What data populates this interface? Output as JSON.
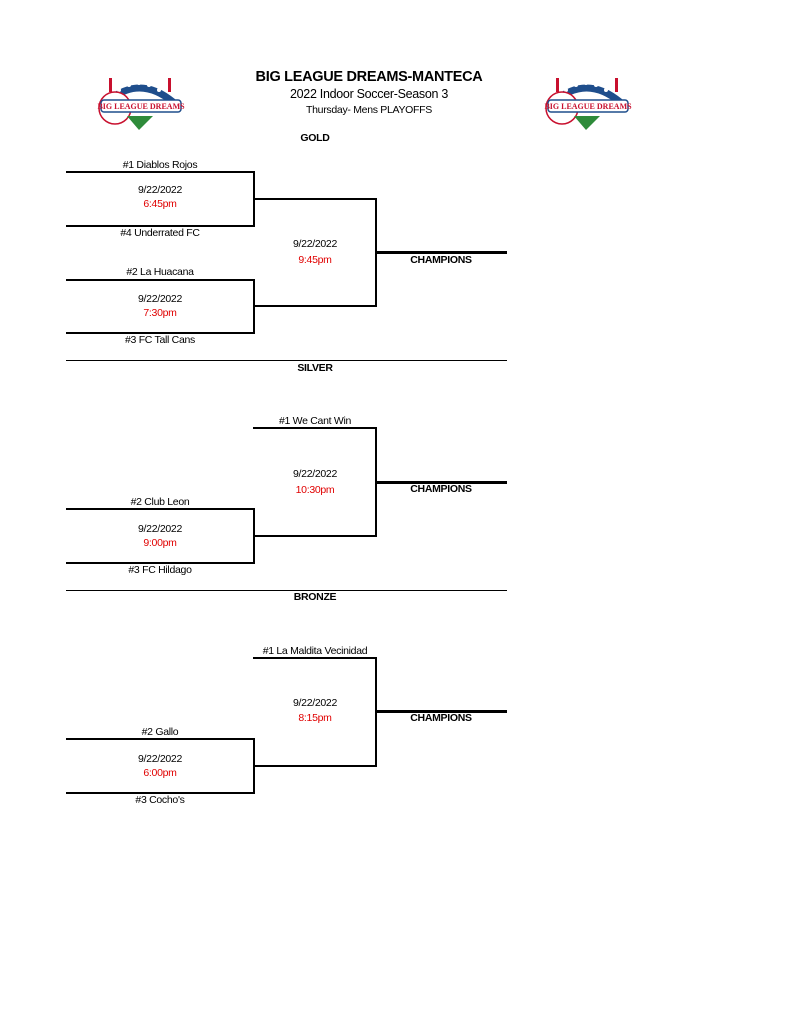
{
  "header": {
    "title": "BIG LEAGUE DREAMS-MANTECA",
    "subtitle": "2022 Indoor Soccer-Season 3",
    "subtitle2": "Thursday- Mens PLAYOFFS",
    "logo_text": "BIG LEAGUE DREAMS"
  },
  "colors": {
    "time": "#e00000",
    "logo_red": "#c8102e",
    "logo_blue": "#1f4e8c",
    "logo_green": "#2e8b3a"
  },
  "champions_label": "CHAMPIONS",
  "gold": {
    "heading": "GOLD",
    "game1": {
      "team_top": "#1 Diablos Rojos",
      "date": "9/22/2022",
      "time": "6:45pm",
      "team_bottom": "#4 Underrated FC"
    },
    "game2": {
      "team_top": "#2 La Huacana",
      "date": "9/22/2022",
      "time": "7:30pm",
      "team_bottom": "#3 FC Tall Cans"
    },
    "final": {
      "date": "9/22/2022",
      "time": "9:45pm"
    }
  },
  "silver": {
    "heading": "SILVER",
    "bye_team": "#1 We Cant Win",
    "game1": {
      "team_top": "#2 Club Leon",
      "date": "9/22/2022",
      "time": "9:00pm",
      "team_bottom": "#3 FC Hildago"
    },
    "final": {
      "date": "9/22/2022",
      "time": "10:30pm"
    }
  },
  "bronze": {
    "heading": "BRONZE",
    "bye_team": "#1 La Maldita Vecinidad",
    "game1": {
      "team_top": "#2 Gallo",
      "date": "9/22/2022",
      "time": "6:00pm",
      "team_bottom": "#3 Cocho's"
    },
    "final": {
      "date": "9/22/2022",
      "time": "8:15pm"
    }
  }
}
